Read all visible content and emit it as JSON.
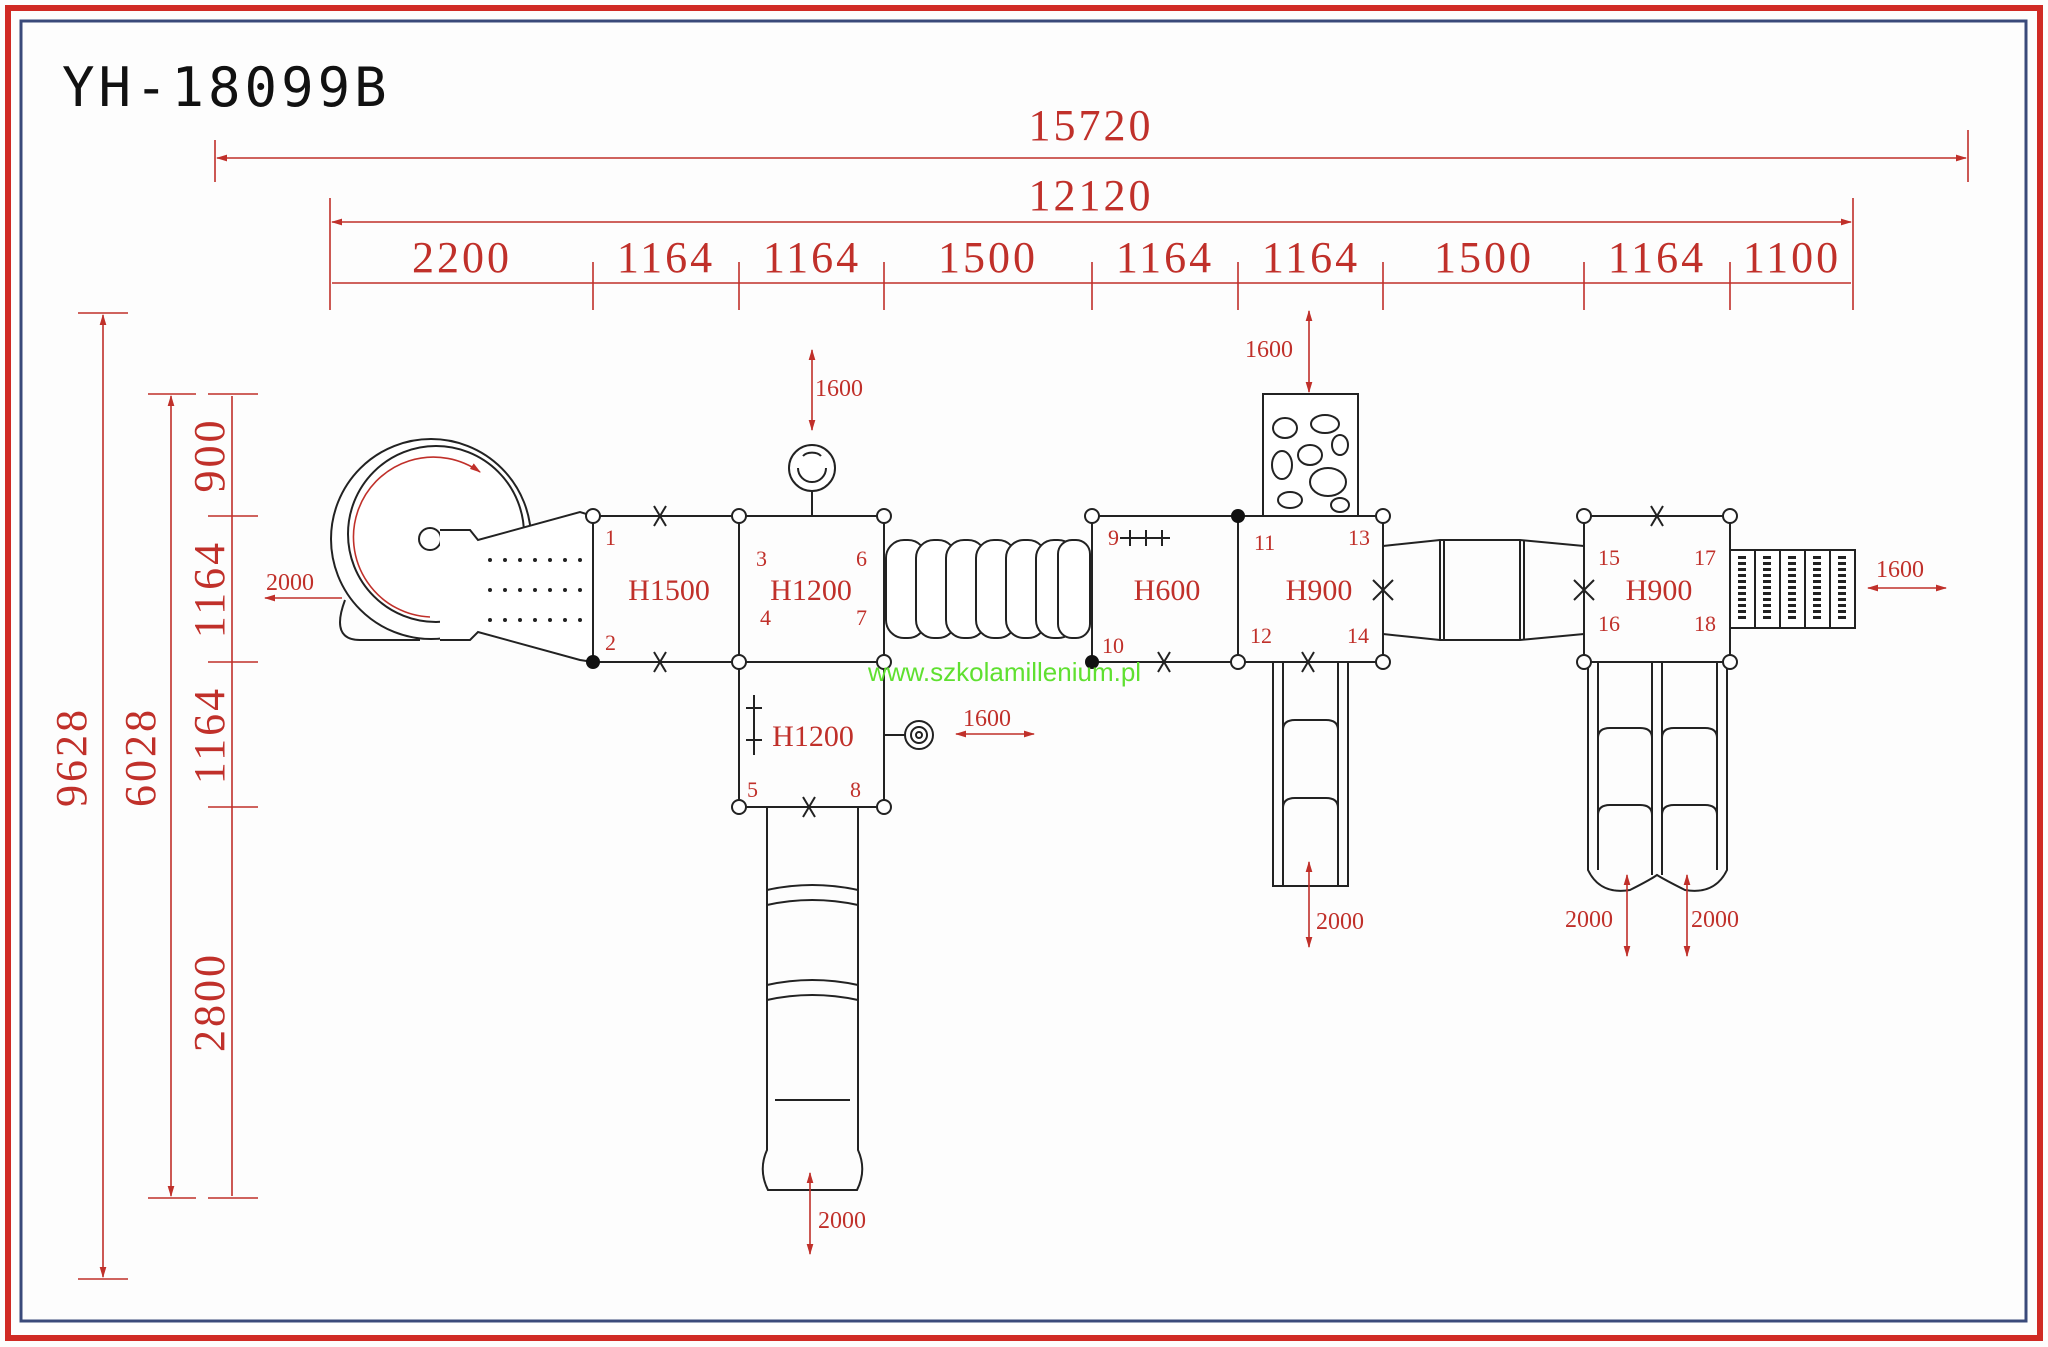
{
  "title": "YH-18099B",
  "overall": {
    "total_width": "15720",
    "deck_width": "12120",
    "total_height": "9628",
    "deck_height": "6028"
  },
  "horizontal_segments": [
    "2200",
    "1164",
    "1164",
    "1500",
    "1164",
    "1164",
    "1500",
    "1164",
    "1100"
  ],
  "vertical_segments": [
    "900",
    "1164",
    "1164",
    "2800"
  ],
  "platforms": [
    "H1500",
    "H1200",
    "H1200",
    "H600",
    "H900",
    "H900"
  ],
  "post_numbers": [
    "1",
    "2",
    "3",
    "4",
    "5",
    "6",
    "7",
    "8",
    "9",
    "10",
    "11",
    "12",
    "13",
    "14",
    "15",
    "16",
    "17",
    "18"
  ],
  "clearances": {
    "steering_wheel": "1600",
    "climbing_wall": "1600",
    "spiral_slide": "2000",
    "net_panel": "1600",
    "side_toy": "1600",
    "tube_slide": "2000",
    "straight_slide": "2000",
    "double_slide_left": "2000",
    "double_slide_right": "2000"
  },
  "watermark": "www.szkolamillenium.pl",
  "colors": {
    "dimension": "#c0302a",
    "outer_border": "#d02a24",
    "inner_border": "#3a4a7a",
    "watermark": "#5fe030"
  }
}
